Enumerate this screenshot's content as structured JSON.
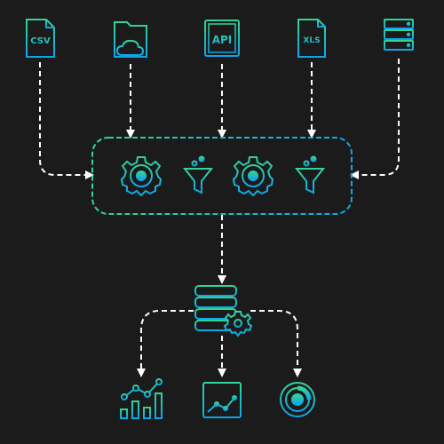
{
  "colors": {
    "background": "#1b1b1b",
    "gradient_start": "#34d399",
    "gradient_end": "#0ea5e9",
    "connector": "#ffffff"
  },
  "sources": [
    {
      "icon": "csv-file-icon",
      "label": "CSV"
    },
    {
      "icon": "cloud-folder-icon",
      "label": ""
    },
    {
      "icon": "api-icon",
      "label": "API"
    },
    {
      "icon": "xls-file-icon",
      "label": "XLS"
    },
    {
      "icon": "server-icon",
      "label": ""
    }
  ],
  "processing": [
    "gear-icon",
    "filter-funnel-icon",
    "gear-icon",
    "filter-funnel-icon"
  ],
  "hub": "database-server-gear-icon",
  "outputs": [
    "bar-line-chart-icon",
    "dashboard-chart-icon",
    "donut-chart-icon"
  ]
}
